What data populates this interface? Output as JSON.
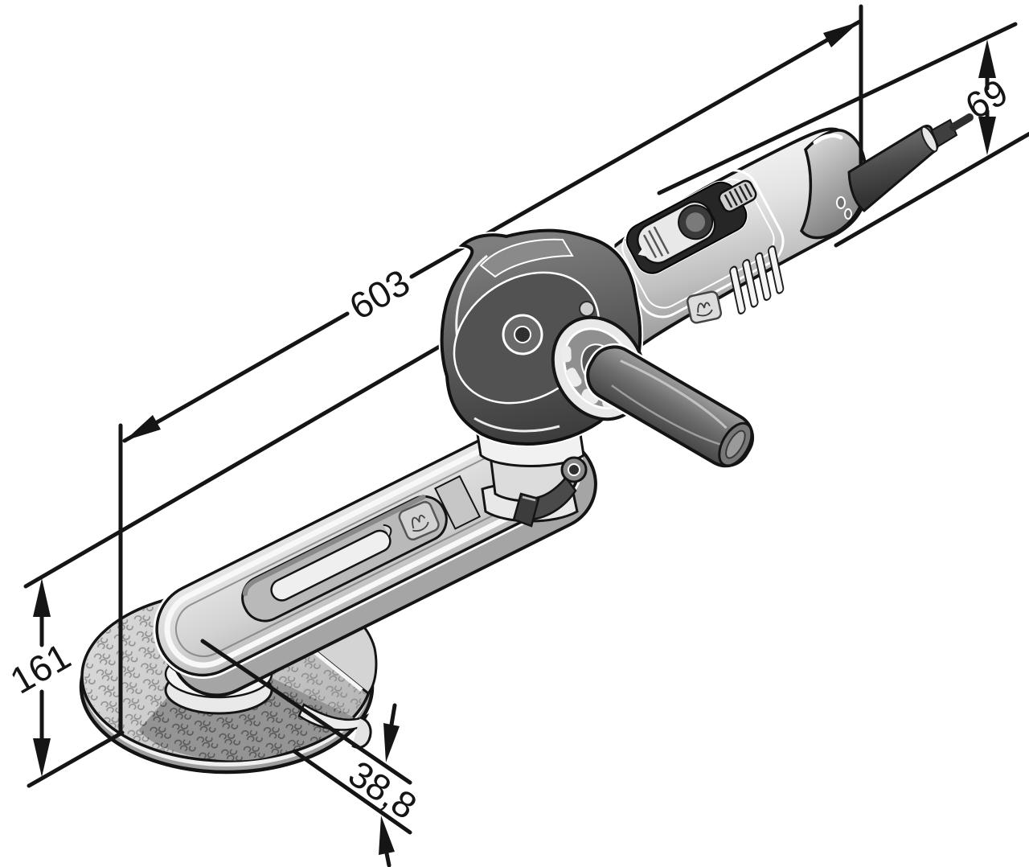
{
  "drawing": {
    "description": "Isometric technical line drawing of an electric fillet-weld grinder with long extension arm and grinding disc, annotated with dimension lines",
    "background": "#ffffff",
    "line_color": "#151515",
    "dimensions": {
      "overall_length": {
        "label": "603"
      },
      "rear_height": {
        "label": "69"
      },
      "head_height": {
        "label": "161"
      },
      "disc_offset": {
        "label": "38,8"
      }
    },
    "icons": {
      "brand_badge_housing": "fein-logo",
      "brand_badge_arm": "fein-logo"
    },
    "colors": {
      "body_light": "#e8e8e8",
      "body_mid": "#bdbdbd",
      "head_dark": "#4a4a4a",
      "handle": "#6a6a6a",
      "disc": "#cbcbcb",
      "cable": "#4c4c4c"
    }
  }
}
